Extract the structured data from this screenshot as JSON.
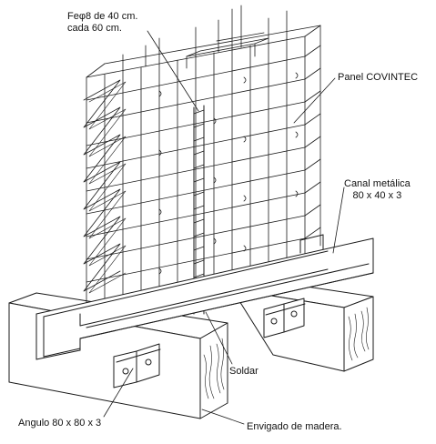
{
  "labels": {
    "rebar_line1": "Feφ8 de 40 cm.",
    "rebar_line2": "cada 60 cm.",
    "panel": "Panel COVINTEC",
    "channel_line1": "Canal metálica",
    "channel_line2": "80 x 40 x 3",
    "weld": "Soldar",
    "angle": "Angulo 80 x 80 x 3",
    "joist": "Envigado de madera."
  },
  "colors": {
    "ink": "#1a1a1a",
    "paper": "#ffffff"
  }
}
